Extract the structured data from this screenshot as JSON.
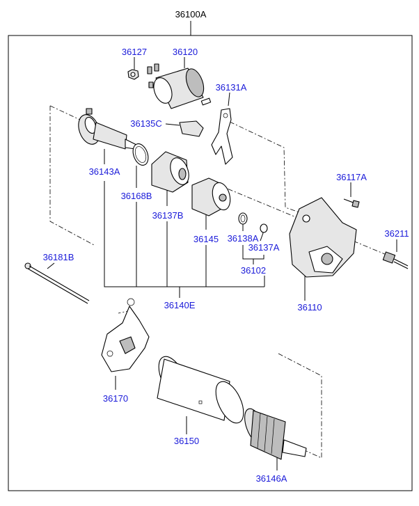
{
  "colors": {
    "callout": "#1a1ad9",
    "line": "#000000",
    "background": "#ffffff"
  },
  "labels": {
    "assembly": "36100A",
    "p36127": "36127",
    "p36120": "36120",
    "p36131A": "36131A",
    "p36135C": "36135C",
    "p36143A": "36143A",
    "p36168B": "36168B",
    "p36137B": "36137B",
    "p36145": "36145",
    "p36138A": "36138A",
    "p36137A": "36137A",
    "p36102": "36102",
    "p36140E": "36140E",
    "p36117A": "36117A",
    "p36211": "36211",
    "p36110": "36110",
    "p36181B": "36181B",
    "p36170": "36170",
    "p36150": "36150",
    "p36146A": "36146A"
  }
}
